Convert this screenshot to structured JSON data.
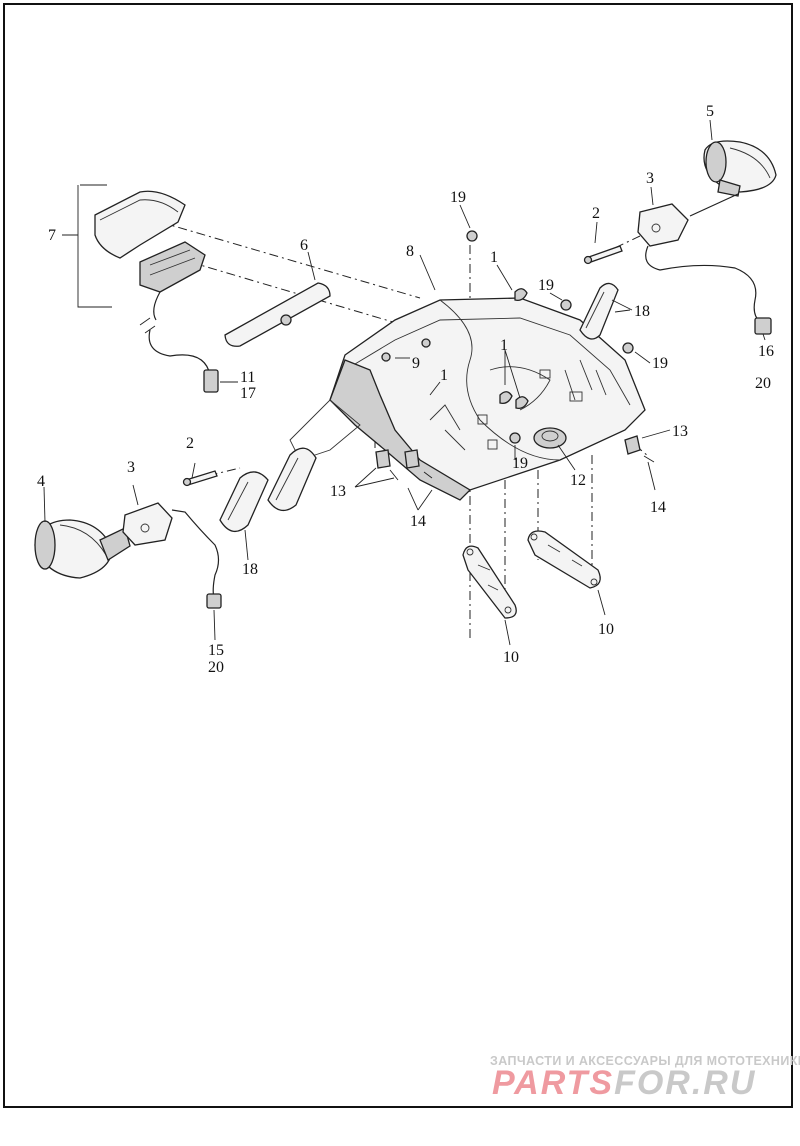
{
  "diagram": {
    "callouts": {
      "c1a": "1",
      "c1b": "1",
      "c1c": "1",
      "c2a": "2",
      "c2b": "2",
      "c3a": "3",
      "c3b": "3",
      "c4": "4",
      "c5": "5",
      "c6": "6",
      "c7": "7",
      "c8": "8",
      "c9": "9",
      "c10a": "10",
      "c10b": "10",
      "c11": "11",
      "c17": "17",
      "c12": "12",
      "c13a": "13",
      "c13b": "13",
      "c14a": "14",
      "c14b": "14",
      "c15": "15",
      "c20a": "20",
      "c16": "16",
      "c20b": "20",
      "c18a": "18",
      "c18b": "18",
      "c19a": "19",
      "c19b": "19",
      "c19c": "19",
      "c19d": "19"
    }
  },
  "watermark": {
    "tagline": "ЗАПЧАСТИ И АКСЕССУАРЫ ДЛЯ МОТОТЕХНИКИ",
    "logo_left": "PARTS",
    "logo_right": "FOR.RU",
    "colors": {
      "logo_accent": "#ef9aa0",
      "logo_gray": "#c9c9c9"
    }
  }
}
